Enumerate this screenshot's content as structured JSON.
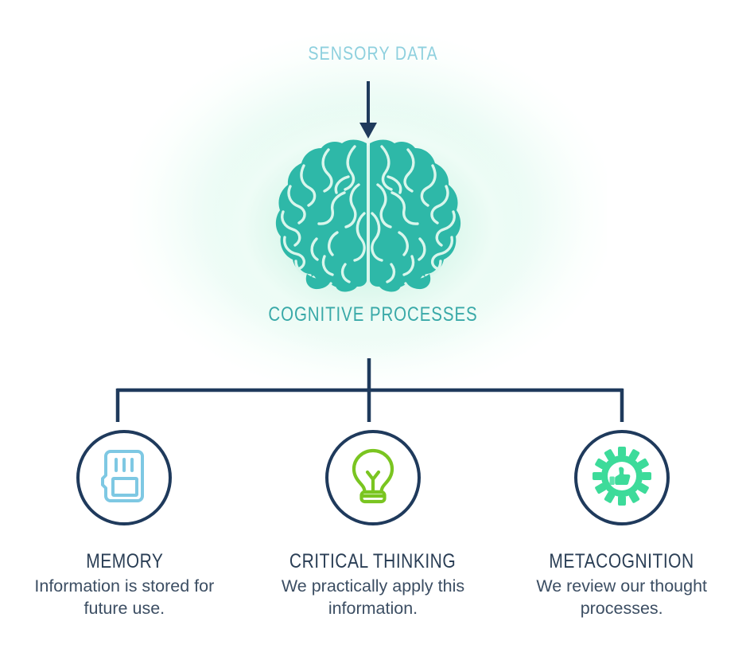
{
  "diagram": {
    "top": {
      "label": "SENSORY DATA",
      "color": "#8ed0de",
      "arrow_icon": "down-arrow-icon",
      "arrow_color": "#1f3a5c"
    },
    "center": {
      "icon": "brain-icon",
      "icon_color": "#2eb8a8",
      "label": "COGNITIVE PROCESSES",
      "label_color": "#39a9a8",
      "glow_color": "#d8f6e8"
    },
    "connector": {
      "name": "branch-connector",
      "color": "#1f3a5c"
    },
    "branches": [
      {
        "id": "memory",
        "icon": "memory-card-icon",
        "icon_color": "#7ec8e3",
        "circle_color": "#1f3a5c",
        "title": "MEMORY",
        "description": "Information is stored for future use."
      },
      {
        "id": "critical-thinking",
        "icon": "lightbulb-icon",
        "icon_color": "#7ac521",
        "circle_color": "#1f3a5c",
        "title": "CRITICAL THINKING",
        "description": "We practically apply this information."
      },
      {
        "id": "metacognition",
        "icon": "gear-thumbs-up-icon",
        "icon_color": "#3ddb9a",
        "circle_color": "#1f3a5c",
        "title": "METACOGNITION",
        "description": "We review our thought processes."
      }
    ]
  }
}
